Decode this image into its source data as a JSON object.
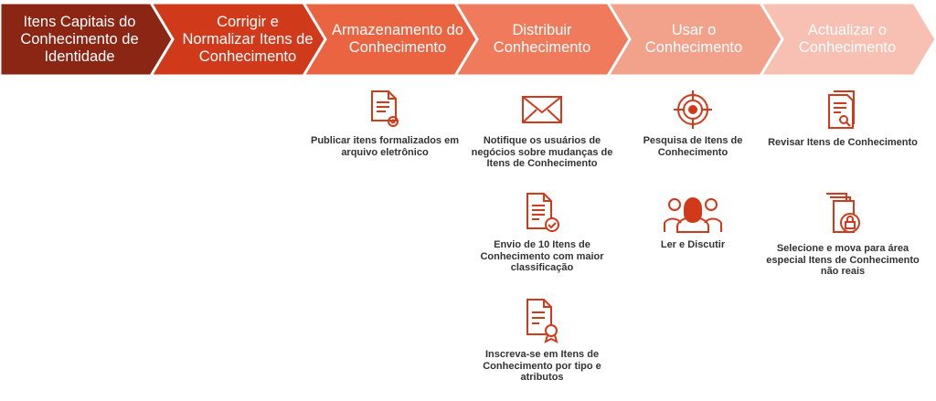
{
  "steps": [
    {
      "label": "Itens Capitais do Conhecimento de Identidade",
      "color": "#8B2514"
    },
    {
      "label": "Corrigir e Normalizar Itens de Conhecimento",
      "color": "#D03A1B"
    },
    {
      "label": "Armazenamento do Conhecimento",
      "color": "#EA6442"
    },
    {
      "label": "Distribuir Conhecimento",
      "color": "#EF7A5C"
    },
    {
      "label": "Usar o Conhecimento",
      "color": "#F2A28B"
    },
    {
      "label": "Actualizar o Conhecimento",
      "color": "#F8C0B2"
    }
  ],
  "icon_color": "#D03A1B",
  "items": {
    "store": [
      {
        "icon": "document-gear-icon",
        "text": "Publicar itens formalizados em arquivo eletrônico"
      }
    ],
    "distribute": [
      {
        "icon": "envelope-icon",
        "text": "Notifique os usuários de negócios sobre mudanças de Itens de Conhecimento"
      },
      {
        "icon": "document-check-icon",
        "text": "Envio de 10 Itens de Conhecimento com maior classificação"
      },
      {
        "icon": "document-certificate-icon",
        "text": "Inscreva-se em Itens de Conhecimento por tipo e atributos"
      }
    ],
    "use": [
      {
        "icon": "target-icon",
        "text": "Pesquisa de Itens de Conhecimento"
      },
      {
        "icon": "group-icon",
        "text": "Ler e Discutir"
      }
    ],
    "update": [
      {
        "icon": "document-search-icon",
        "text": "Revisar Itens de Conhecimento"
      },
      {
        "icon": "document-lock-icon",
        "text": "Selecione e mova para área especial Itens de Conhecimento não reais"
      }
    ]
  }
}
